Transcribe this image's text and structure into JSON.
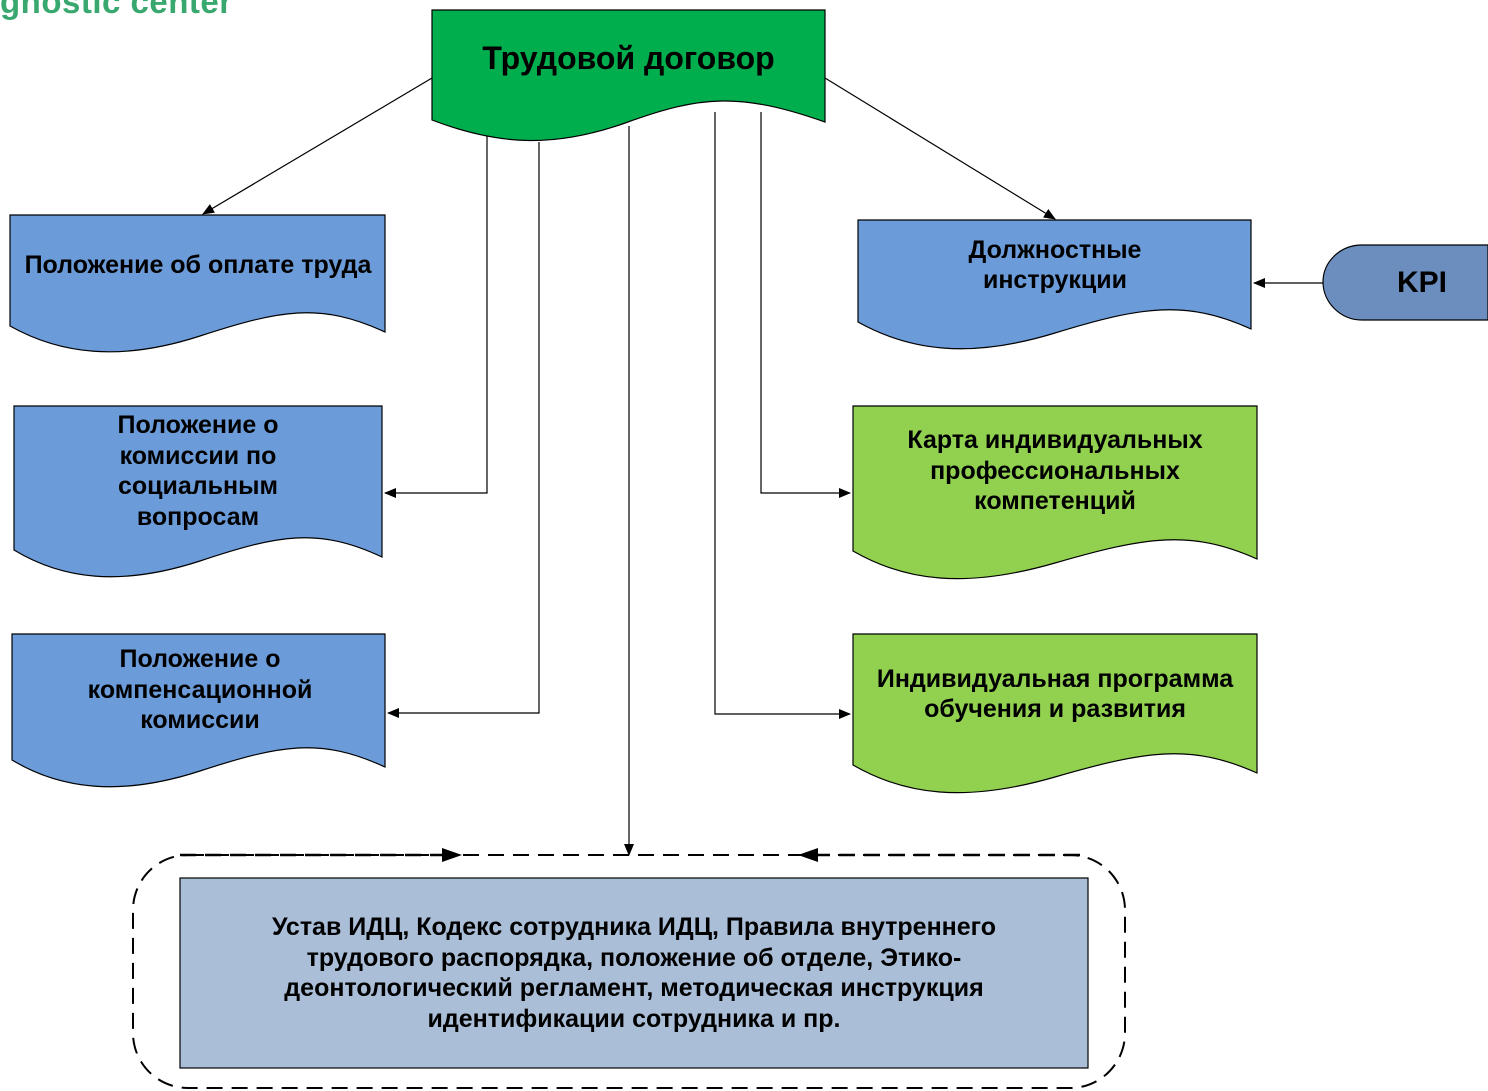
{
  "logo": {
    "text": "gnostic center"
  },
  "colors": {
    "root_fill": "#00AE4E",
    "blue_fill": "#6B9BD8",
    "green_fill": "#92D050",
    "kpi_fill": "#6C8EBF",
    "bottom_fill": "#AABED8",
    "line": "#000000",
    "logo": "#39A86E"
  },
  "nodes": {
    "root": {
      "label": "Трудовой договор"
    },
    "pay": {
      "label": "Положение об оплате труда"
    },
    "social": {
      "label": "Положение о комиссии по социальным вопросам"
    },
    "compensation": {
      "label": "Положение о компенсационной комиссии"
    },
    "job": {
      "label": "Должностные инструкции"
    },
    "kpi": {
      "label": "KPI"
    },
    "competence": {
      "label": "Карта индивидуальных профессиональных компетенций"
    },
    "training": {
      "label": "Индивидуальная программа обучения и развития"
    },
    "bottom": {
      "label": "Устав ИДЦ, Кодекс сотрудника ИДЦ, Правила внутреннего трудового распорядка, положение об отделе, Этико-деонтологический регламент, методическая инструкция идентификации сотрудника и пр."
    }
  }
}
